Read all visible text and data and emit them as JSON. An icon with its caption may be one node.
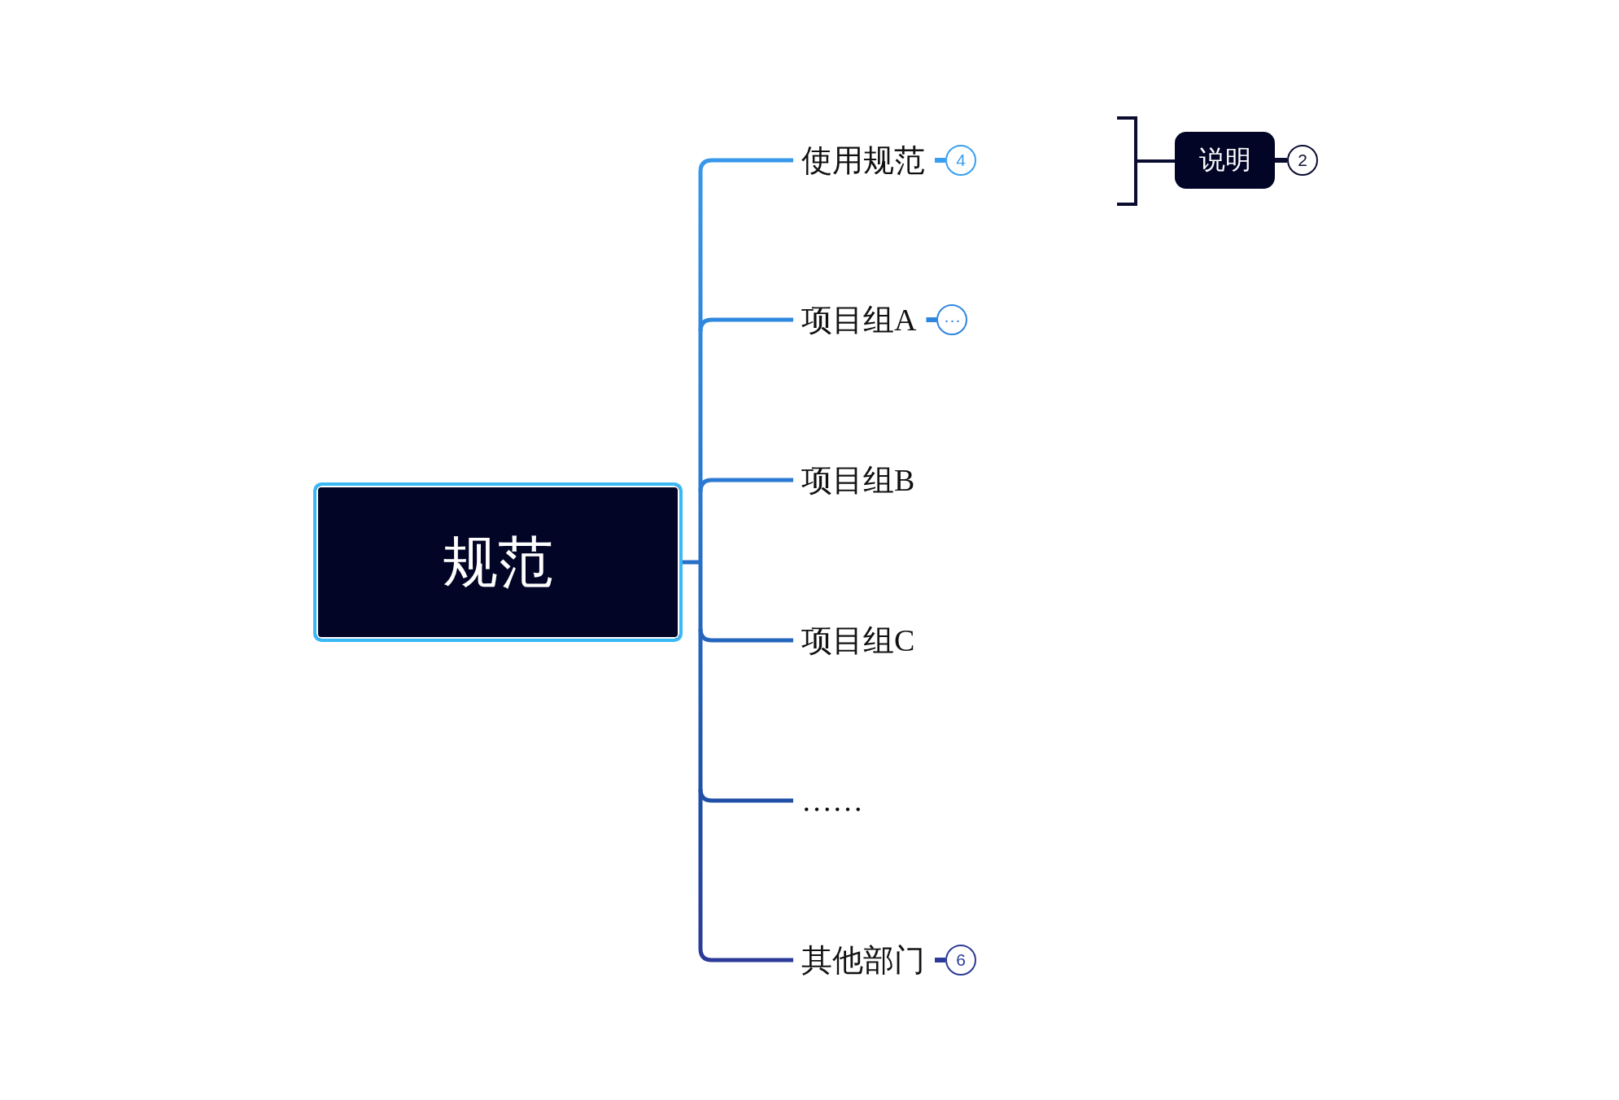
{
  "diagram": {
    "nodes": [
      {
        "text": [
          "规范"
        ]
      },
      {
        "text": [
          "使用规范"
        ]
      },
      {
        "text": [
          "4"
        ]
      },
      {
        "text": [
          "说明"
        ]
      },
      {
        "text": [
          "2"
        ]
      },
      {
        "text": [
          "项目组A"
        ]
      },
      {
        "text": [
          "···"
        ]
      },
      {
        "text": [
          "项目组B"
        ]
      },
      {
        "text": [
          "项目组C"
        ]
      },
      {
        "text": [
          "……"
        ]
      },
      {
        "text": [
          "其他部门"
        ]
      },
      {
        "text": [
          "6"
        ]
      }
    ],
    "edges": [
      {
        "from": 0,
        "to": 1,
        "arrow": "none",
        "color": "#3797ea"
      },
      {
        "from": 0,
        "to": 5,
        "arrow": "none",
        "color": "#2f88e0"
      },
      {
        "from": 0,
        "to": 7,
        "arrow": "none",
        "color": "#2a79d2"
      },
      {
        "from": 0,
        "to": 8,
        "arrow": "none",
        "color": "#2565bd"
      },
      {
        "from": 0,
        "to": 9,
        "arrow": "none",
        "color": "#1f4fa6"
      },
      {
        "from": 0,
        "to": 10,
        "arrow": "none",
        "color": "#2c3b98"
      },
      {
        "from": 1,
        "to": 2,
        "arrow": "none",
        "color": "#3a9ff0"
      },
      {
        "from": 3,
        "to": 4,
        "arrow": "none",
        "color": "#0b0d30"
      },
      {
        "from": 5,
        "to": 6,
        "arrow": "none",
        "color": "#2f86df"
      },
      {
        "from": 10,
        "to": 11,
        "arrow": "none",
        "color": "#2c3b98"
      }
    ]
  }
}
